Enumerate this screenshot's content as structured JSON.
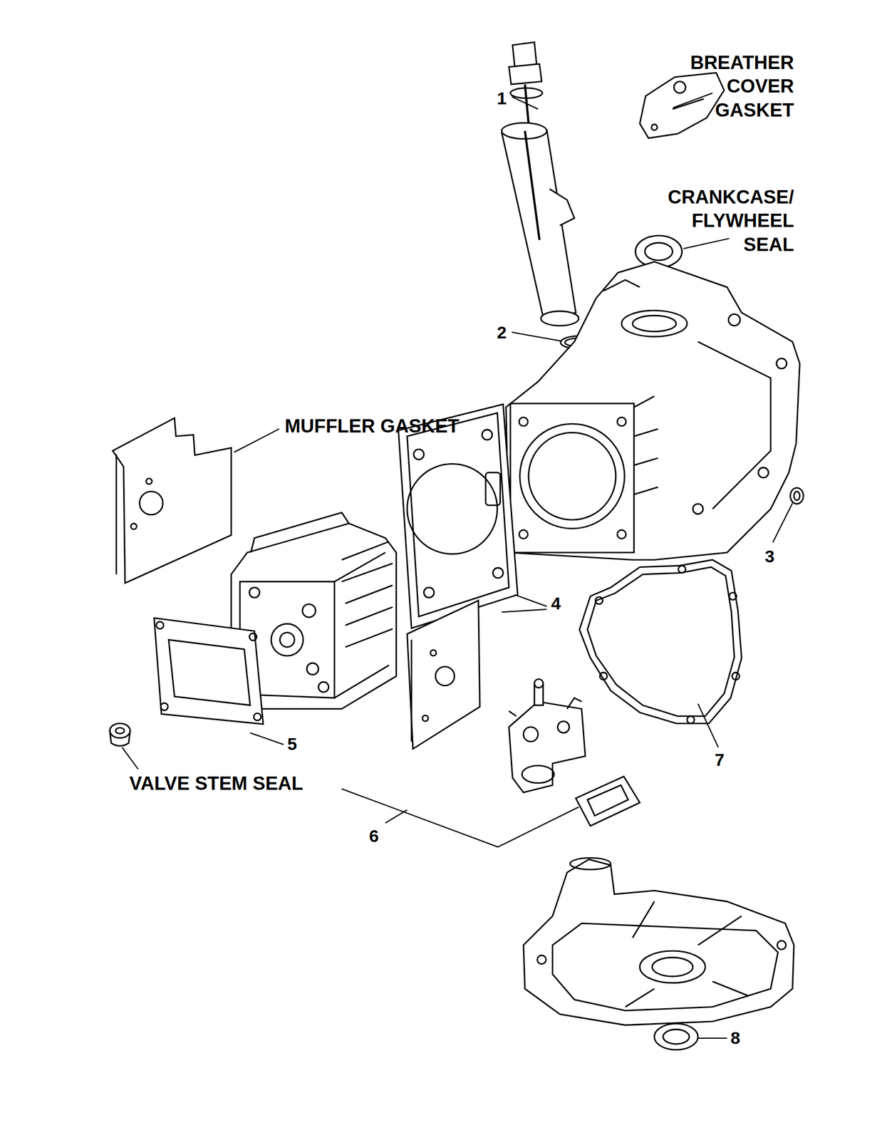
{
  "diagram": {
    "labels": [
      "1",
      "BREATHER COVER GASKET",
      "CRANKCASE/ FLYWHEEL SEAL",
      "2",
      "MUFFLER GASKET",
      "3",
      "4",
      "5",
      "6",
      "7",
      "8",
      "VALVE STEM SEAL"
    ]
  }
}
